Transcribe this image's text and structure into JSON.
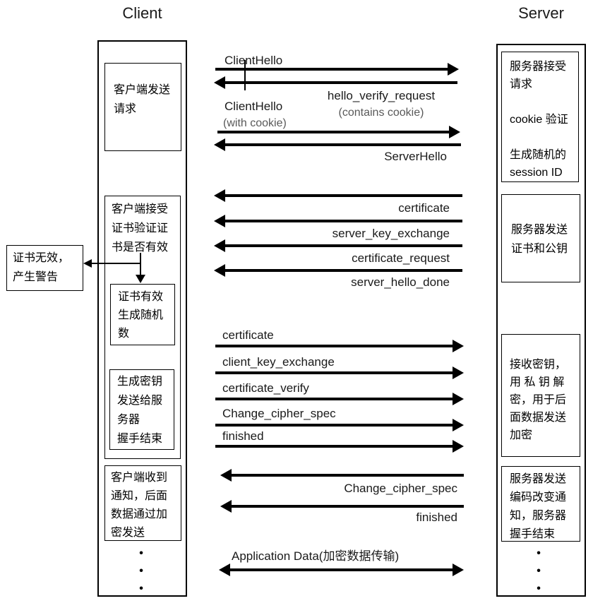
{
  "titles": {
    "client": "Client",
    "server": "Server"
  },
  "colors": {
    "ink": "#000000",
    "note_gray": "#595959",
    "background": "#ffffff"
  },
  "client_notes": {
    "send_request": "客户端发送\n请求",
    "accept_cert": "客户端接受\n证书验证证\n书是否有效",
    "cert_valid": "证书有效\n生成随机\n数",
    "gen_key": "生成密钥\n发送给服\n务器\n握手结束",
    "recv_notice": "客户端收到\n通知，后面\n数据通过加\n密发送",
    "ellipsis": "•\n•\n•"
  },
  "alert_box": {
    "text": "证书无效，\n产生警告"
  },
  "server_notes": {
    "accept_request": "服务器接受\n请求\n\ncookie 验证\n\n生成随机的\nsession ID",
    "send_cert": "服务器发送\n证书和公钥",
    "recv_key": "接收密钥，\n用 私 钥 解\n密，用于后\n面数据发送\n加密",
    "change_notice": "服务器发送\n编码改变通\n知，服务器\n握手结束",
    "ellipsis": "•\n•\n•"
  },
  "messages": {
    "client_hello_1": "ClientHello",
    "hello_verify_request": "hello_verify_request",
    "contains_cookie": "(contains cookie)",
    "client_hello_2": "ClientHello",
    "with_cookie": "(with cookie)",
    "server_hello": "ServerHello",
    "certificate_s2c": "certificate",
    "server_key_exchange": "server_key_exchange",
    "certificate_request": "certificate_request",
    "server_hello_done": "server_hello_done",
    "certificate_c2s": "certificate",
    "client_key_exchange": "client_key_exchange",
    "certificate_verify": "certificate_verify",
    "change_cipher_spec_c2s": "Change_cipher_spec",
    "finished_c2s": "finished",
    "change_cipher_spec_s2c": "Change_cipher_spec",
    "finished_s2c": "finished",
    "application_data": "Application Data(加密数据传输)"
  }
}
